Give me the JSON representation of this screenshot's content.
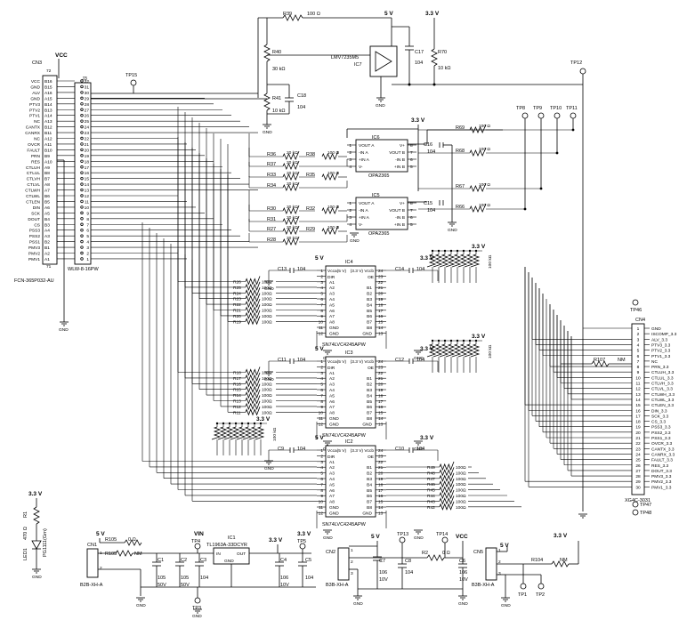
{
  "connectors": {
    "cn3": {
      "ref": "CN3",
      "part": "FCN-365P032-AU",
      "pin_top": "72",
      "pin_bottom": "71",
      "signals": [
        "VCC",
        "GND",
        "ALV",
        "GND",
        "PTV3",
        "PTV2",
        "PTV1",
        "NC",
        "CANTX",
        "CANRX",
        "NC",
        "OVCR",
        "FAULT",
        "PRN",
        "RES",
        "CTLUH",
        "CTLUL",
        "CTLVH",
        "CTLVL",
        "CTLWH",
        "CTLWL",
        "CTLEN",
        "DIN",
        "SCK",
        "DOUT",
        "CS",
        "PSS3",
        "PSS2",
        "PSS1",
        "PMV3",
        "PMV2",
        "PMV1"
      ],
      "pins": [
        "B16",
        "B15",
        "A16",
        "A15",
        "B14",
        "B13",
        "A14",
        "A13",
        "B12",
        "B11",
        "A12",
        "A11",
        "B10",
        "B9",
        "A10",
        "A9",
        "B8",
        "B7",
        "A8",
        "A7",
        "B6",
        "B5",
        "A6",
        "A5",
        "B4",
        "B3",
        "A4",
        "A3",
        "B2",
        "B1",
        "A2",
        "A1"
      ]
    },
    "j3": {
      "ref": "J3",
      "part": "WLW-8-16PW",
      "vcc": "VCC",
      "pins": [
        "32",
        "31",
        "30",
        "29",
        "28",
        "27",
        "26",
        "25",
        "24",
        "23",
        "22",
        "21",
        "20",
        "19",
        "18",
        "17",
        "16",
        "15",
        "14",
        "13",
        "12",
        "11",
        "10",
        "9",
        "8",
        "7",
        "6",
        "5",
        "4",
        "3",
        "2",
        "1"
      ]
    },
    "cn4": {
      "ref": "CN4",
      "part": "XG4C-3031",
      "signals": [
        "GND",
        "ISCOMP_3.3",
        "ALV_3.3",
        "PTV3_3.3",
        "PTV2_3.3",
        "PTV1_3.3",
        "NC",
        "PRN_3.3",
        "CTLUH_3.3",
        "CTLUL_3.3",
        "CTLVH_3.3",
        "CTLVL_3.3",
        "CTLWH_3.3",
        "CTLWL_3.3",
        "CTLEN_3.3",
        "DIN_3.3",
        "SCK_3.3",
        "CS_3.3",
        "PSS3_3.3",
        "PSS2_3.3",
        "PSS1_3.3",
        "OVCR_3.3",
        "CANTX_3.3",
        "CANRX_3.3",
        "FAULT_3.3",
        "RES_3.3",
        "DOUT_3.3",
        "PMV3_3.3",
        "PMV2_3.3",
        "PMV1_3.3"
      ]
    },
    "cn1": {
      "ref": "CN1",
      "part": "B2B-XH-A",
      "p1": "1",
      "p2": "2"
    },
    "cn2": {
      "ref": "CN2",
      "part": "B3B-XH-A",
      "p1": "1",
      "p2": "2",
      "p3": "3"
    },
    "cn5": {
      "ref": "CN5",
      "part": "B3B-XH-A",
      "p1": "1",
      "p2": "2",
      "p3": "3"
    }
  },
  "ics": {
    "ic4": {
      "ref": "IC4",
      "part": "SN74LVC4245APW",
      "vcc5": "Vcca(5 V)",
      "vcc3": "(3.3 V) Vccb",
      "dir": "DIR",
      "oe": "OE",
      "left_pins": [
        "1",
        "2",
        "3",
        "4",
        "5",
        "6",
        "7",
        "8",
        "9",
        "10",
        "11",
        "12"
      ],
      "right_pins": [
        "24",
        "23",
        "22",
        "21",
        "20",
        "19",
        "18",
        "17",
        "16",
        "15",
        "14",
        "13"
      ],
      "a_names": [
        "A1",
        "A2",
        "A3",
        "A4",
        "A5",
        "A6",
        "A7",
        "A8",
        "GND",
        "GND"
      ],
      "b_names": [
        "B1",
        "B2",
        "B3",
        "B4",
        "B5",
        "B6",
        "B7",
        "B8",
        "GND"
      ]
    },
    "ic3": {
      "ref": "IC3",
      "part": "SN74LVC4245APW"
    },
    "ic2": {
      "ref": "IC2",
      "part": "SN74LVC4245APW"
    },
    "ic5": {
      "ref": "IC5",
      "part": "OPA2365",
      "pins_l": [
        "VOUT A",
        "-IN A",
        "+IN A",
        "V-"
      ],
      "pins_r": [
        "V+",
        "VOUT B",
        "-IN B",
        "+IN B"
      ],
      "nums_l": [
        "1",
        "2",
        "3",
        "4"
      ],
      "nums_r": [
        "8",
        "7",
        "6",
        "5"
      ]
    },
    "ic6": {
      "ref": "IC6",
      "part": "OPA2365"
    },
    "ic7": {
      "ref": "IC7",
      "part": "LMV7235M5",
      "p1": "1",
      "p2": "2",
      "p3": "3",
      "p4": "4",
      "p5": "5"
    },
    "ic1": {
      "ref": "IC1",
      "part": "TL1963A-33DCYR",
      "in": "IN",
      "out": "OUT",
      "gnd": "GND"
    }
  },
  "rails": {
    "v5": "5 V",
    "v33": "3.3 V",
    "vcc": "VCC",
    "vin": "VIN",
    "gnd": "GND"
  },
  "resistors": {
    "r39": "R39",
    "r39v": "100 Ω",
    "r40": "R40",
    "r40v": "30 kΩ",
    "r41": "R41",
    "r41v": "10 kΩ",
    "r70": "R70",
    "r70v": "10 kΩ",
    "r36": "R36",
    "r38": "R38",
    "r37": "R37",
    "r35": "R35",
    "r33": "R33",
    "r34": "R34",
    "r30": "R30",
    "r32": "R32",
    "r31": "R31",
    "r27": "R27",
    "r29": "R29",
    "r28": "R28",
    "v20k": "20 kΩ",
    "v100": "100 Ω",
    "v100b": "100Ω",
    "r69": "R69",
    "r68": "R68",
    "r67": "R67",
    "r66": "R66",
    "r26": "R26",
    "r25": "R25",
    "r24": "R24",
    "r23": "R23",
    "r22": "R22",
    "r21": "R21",
    "r20": "R20",
    "r19": "R19",
    "r18": "R18",
    "r17": "R17",
    "r16": "R16",
    "r15": "R15",
    "r14": "R14",
    "r13": "R13",
    "r12": "R12",
    "r11": "R11",
    "r49": "R49",
    "r48": "R48",
    "r47": "R47",
    "r46": "R46",
    "r45": "R45",
    "r44": "R44",
    "r43": "R43",
    "r42": "R42",
    "r107": "R107",
    "r107v": "NM",
    "r105": "R105",
    "r106": "R106",
    "r106v": "0 Ω",
    "r106nm": "NM",
    "r2": "R2",
    "r2v": "0 Ω",
    "r104": "R104",
    "r104v": "NM",
    "r1": "R1",
    "r1v": "470 Ω",
    "pull": "100 kΩ",
    "led": "LED1",
    "ledpart": "PG1111(Grn)"
  },
  "capacitors": {
    "c18": "C18",
    "c17": "C17",
    "c16": "C16",
    "c15": "C15",
    "c14": "C14",
    "c13": "C13",
    "c12": "C12",
    "c11": "C11",
    "c10": "C10",
    "c9": "C9",
    "c1": "C1",
    "c2": "C2",
    "c3": "C3",
    "c4": "C4",
    "c5": "C5",
    "c6": "C6",
    "c7": "C7",
    "c8": "C8",
    "v104": "104",
    "v105": "105",
    "v50": "50V",
    "v106": "106",
    "v10": "10V"
  },
  "testpoints": {
    "tp15": "TP15",
    "tp12": "TP12",
    "tp8": "TP8",
    "tp9": "TP9",
    "tp10": "TP10",
    "tp11": "TP11",
    "tp46": "TP46",
    "tp47": "TP47",
    "tp48": "TP48",
    "tp4": "TP4",
    "tp3": "TP3",
    "tp5": "TP5",
    "tp13": "TP13",
    "tp14": "TP14",
    "tp1": "TP1",
    "tp2": "TP2"
  }
}
